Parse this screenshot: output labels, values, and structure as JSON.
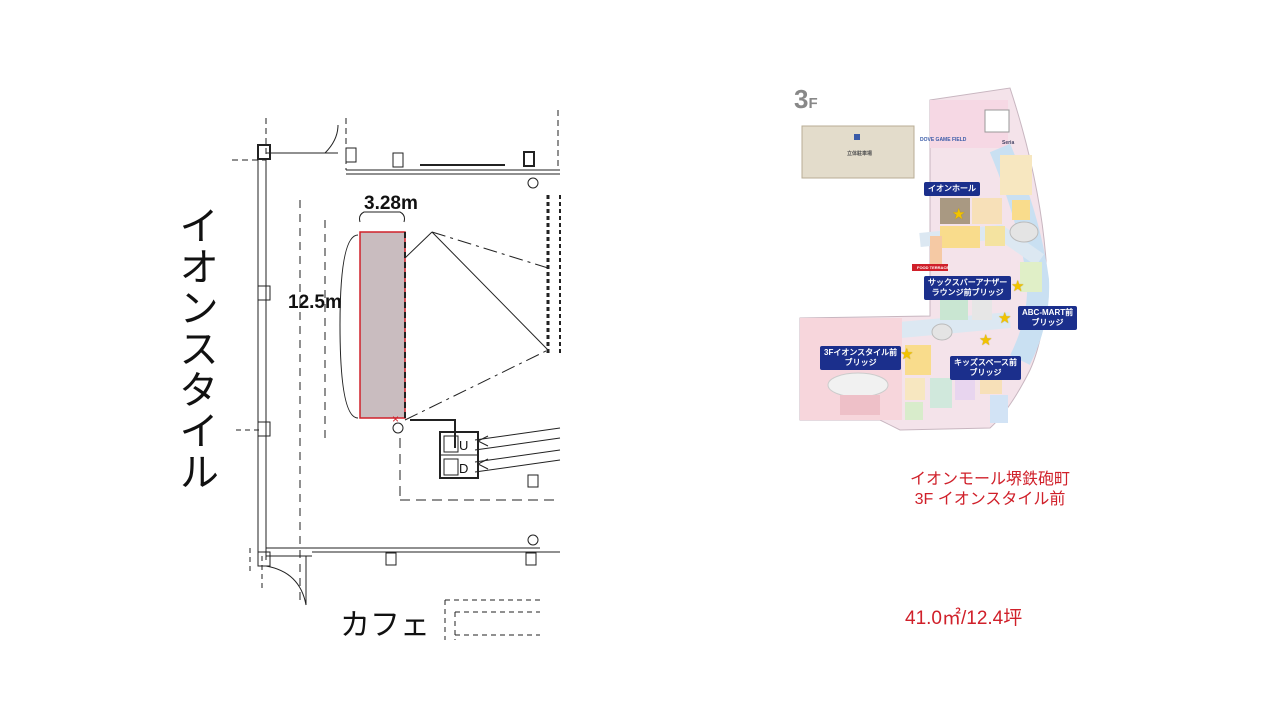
{
  "floor_plan": {
    "side_label": "イオンスタイル",
    "bottom_label": "カフェ",
    "width_dim": "3.28m",
    "length_dim": "12.5m"
  },
  "mall_map": {
    "floor": {
      "number": "3",
      "letter": "F"
    },
    "callouts": [
      {
        "line1": "イオンホール",
        "line2": ""
      },
      {
        "line1": "サックスバーアナザー",
        "line2": "ラウンジ前ブリッジ"
      },
      {
        "line1": "ABC-MART前",
        "line2": "ブリッジ"
      },
      {
        "line1": "3Fイオンスタイル前",
        "line2": "ブリッジ"
      },
      {
        "line1": "キッズスペース前",
        "line2": "ブリッジ"
      }
    ],
    "small_labels": {
      "game": "DOVE GAME FIELD",
      "food": "FOOD TERRACE",
      "seria": "Seria",
      "parking": "立体駐車場"
    }
  },
  "info": {
    "venue": "イオンモール堺鉄砲町",
    "location": "3F イオンスタイル前",
    "area": "41.0㎡/12.4坪"
  },
  "colors": {
    "accent_red": "#d0202a",
    "callout_blue": "#1b2f8c",
    "space_fill": "#c9bcbf"
  }
}
